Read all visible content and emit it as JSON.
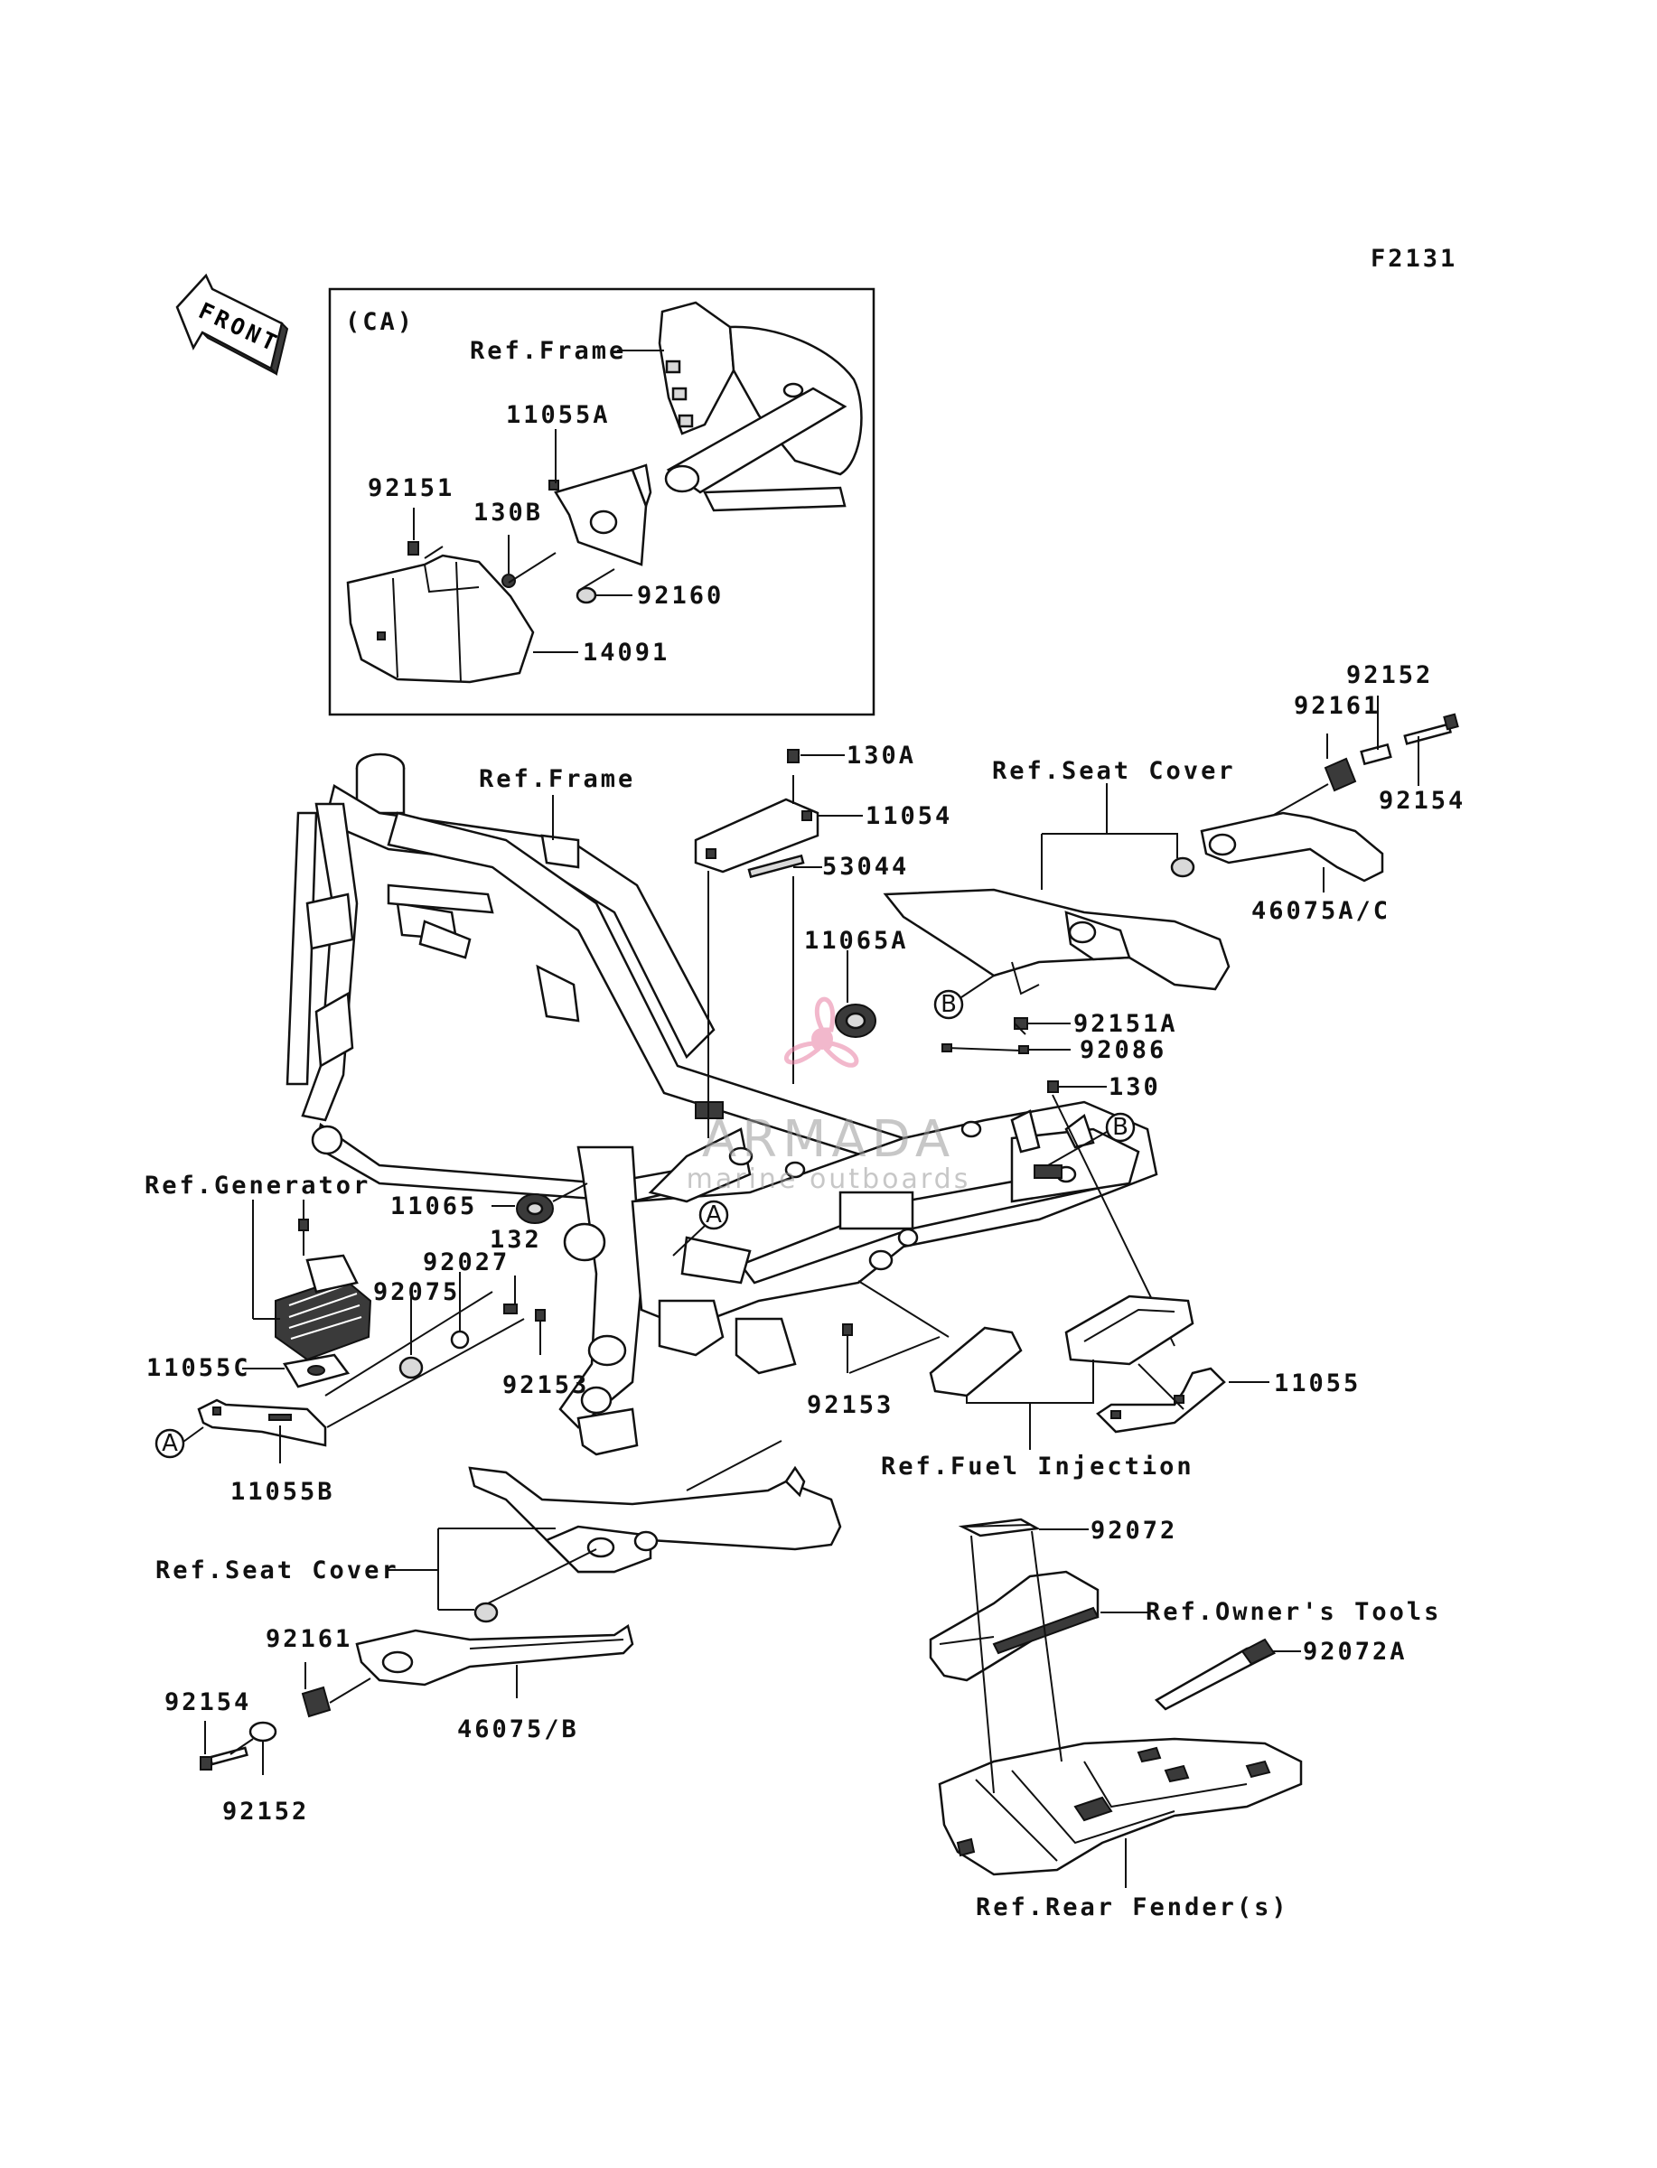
{
  "figure_id": "F2131",
  "front_arrow_label": "FRONT",
  "inset": {
    "region_code": "(CA)"
  },
  "callout_letters": {
    "a": "A",
    "b": "B"
  },
  "watermark": {
    "brand": "ARMADA",
    "tagline": "marine outboards",
    "color": "#e87fa4"
  },
  "labels": [
    "Ref.Frame",
    "11055A",
    "92151",
    "130B",
    "92160",
    "14091",
    "Ref.Frame",
    "130A",
    "11054",
    "53044",
    "11065A",
    "Ref.Seat Cover",
    "92152",
    "92161",
    "92154",
    "46075A/C",
    "92151A",
    "92086",
    "130",
    "Ref.Generator",
    "11065",
    "132",
    "92027",
    "92075",
    "11055C",
    "92153",
    "92153",
    "11055B",
    "11055",
    "Ref.Fuel Injection",
    "Ref.Seat Cover",
    "92072",
    "Ref.Owner's Tools",
    "92072A",
    "92161",
    "92154",
    "46075/B",
    "92152",
    "Ref.Rear Fender(s)"
  ]
}
